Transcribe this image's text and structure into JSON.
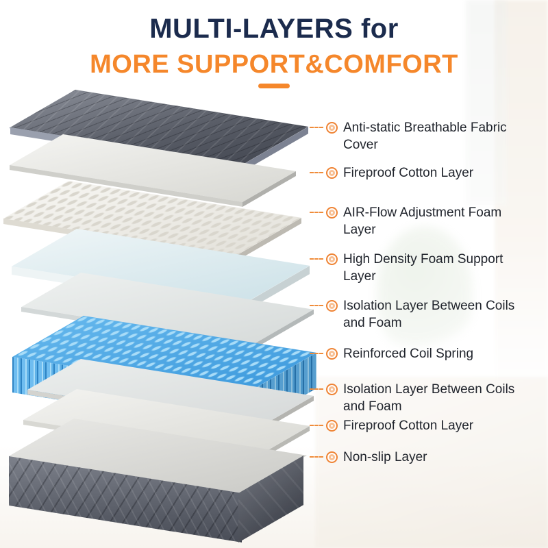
{
  "header": {
    "title_line1": "MULTI-LAYERS for",
    "title_line2": "MORE SUPPORT&COMFORT"
  },
  "colors": {
    "accent_orange": "#f5872b",
    "title_navy": "#1b2b4d",
    "body_text": "#20242c",
    "coil_blue": "#54aee8",
    "fabric_gray": "#5a5e68"
  },
  "callouts": [
    {
      "text": "Anti-static Breathable Fabric Cover"
    },
    {
      "text": "Fireproof Cotton Layer"
    },
    {
      "text": "AIR-Flow Adjustment Foam Layer"
    },
    {
      "text": "High Density Foam Support Layer"
    },
    {
      "text": "Isolation Layer Between Coils and Foam"
    },
    {
      "text": "Reinforced Coil Spring"
    },
    {
      "text": "Isolation Layer Between Coils and Foam"
    },
    {
      "text": "Fireproof Cotton Layer"
    },
    {
      "text": "Non-slip Layer"
    }
  ],
  "layers": [
    {
      "name": "anti-static-breathable-fabric-cover",
      "color": "#5a5e68"
    },
    {
      "name": "fireproof-cotton-layer-top",
      "color": "#e6e6e2"
    },
    {
      "name": "air-flow-adjustment-foam-layer",
      "color": "#efeee9"
    },
    {
      "name": "high-density-foam-support-layer",
      "color": "#dcebef"
    },
    {
      "name": "isolation-layer-upper",
      "color": "#e2e5e4"
    },
    {
      "name": "reinforced-coil-spring",
      "color": "#54aee8"
    },
    {
      "name": "isolation-layer-lower",
      "color": "#e0e3e2"
    },
    {
      "name": "fireproof-cotton-layer-bottom",
      "color": "#e8e8e4"
    },
    {
      "name": "non-slip-layer-base",
      "color": "#5f636d"
    }
  ]
}
